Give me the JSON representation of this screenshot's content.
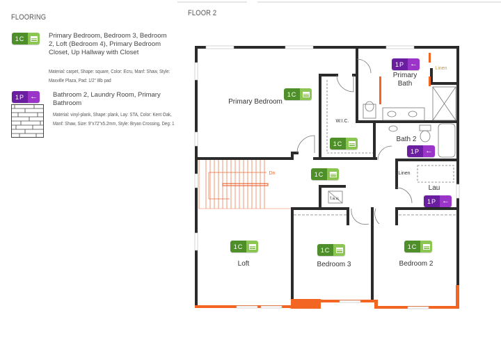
{
  "legend": {
    "title": "FLOORING",
    "items": [
      {
        "code": "1C",
        "icon": "carpet-icon",
        "color": "#4e8f2a",
        "rooms": "Primary Bedroom, Bedroom 3, Bedroom 2, Loft (Bedroom 4), Primary Bedroom Closet, Up Hallway with Closet",
        "details": "Material: carpet, Shape: square, Color: Ecru, Manf: Shaw, Style: Maxville Plaza, Pad: 1/2\" 8lb pad"
      },
      {
        "code": "1P",
        "icon": "arrow-left-icon",
        "color": "#6a1fa0",
        "rooms": "Bathroom 2, Laundry Room, Primary Bathroom",
        "details": "Material: vinyl-plank, Shape: plank, Lay: STA, Color: Kent Oak, Manf: Shaw, Size: 9\"x72\"x5.2mm, Style: Bryan Crossing, Deg: 1"
      }
    ]
  },
  "plan": {
    "title": "FLOOR 2",
    "rooms": {
      "primary_bedroom": "Primary Bedroom",
      "primary_bath": "Primary Bath",
      "linen_1": "Linen",
      "wic": "W.I.C.",
      "bath2": "Bath 2",
      "linen_2": "Linen",
      "laundry": "Lau",
      "stairs_dn": "Dn",
      "fau": "f.a.u.",
      "loft": "Loft",
      "bedroom3": "Bedroom 3",
      "bedroom2": "Bedroom 2"
    },
    "badges": {
      "carpet": "1C",
      "vinyl": "1P"
    }
  }
}
